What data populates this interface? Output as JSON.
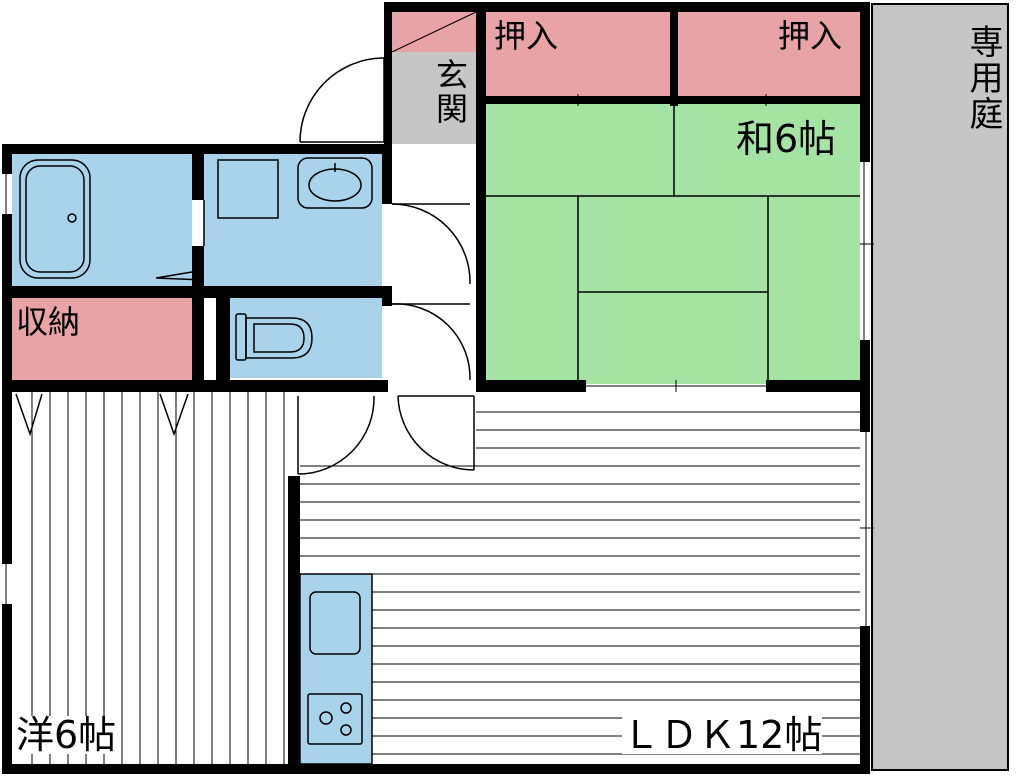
{
  "floorplan": {
    "rooms": {
      "oshiire_left": "押入",
      "oshiire_right": "押入",
      "genkan": "玄関",
      "washitsu": "和6帖",
      "senyoutei": "専用庭",
      "shuunou": "収納",
      "youshitsu": "洋6帖",
      "ldk": "ＬＤＫ12帖"
    },
    "colors": {
      "wall": "#000000",
      "storage": "#e8a3a6",
      "wet_area": "#a8d3ea",
      "tatami": "#a5e3a5",
      "garden": "#c6c6c6",
      "entrance_floor": "#c6c6c6",
      "floor_line": "#000000"
    },
    "icons": [
      "bathtub-icon",
      "washbasin-icon",
      "washing-machine-space-icon",
      "toilet-icon",
      "sink-icon",
      "stove-icon"
    ]
  }
}
